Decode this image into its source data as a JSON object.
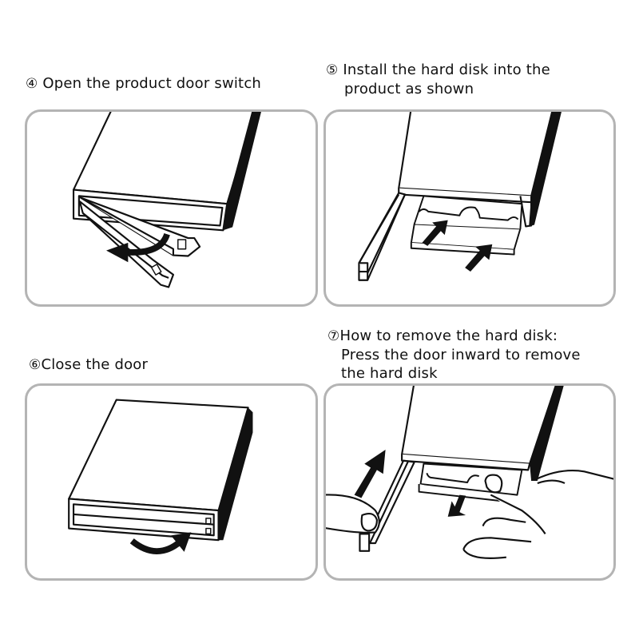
{
  "steps": [
    {
      "number": "④",
      "lines": [
        "Open the product door switch"
      ],
      "illustration": "enclosure-door-opening",
      "arrows": [
        "curved-arrow-open-door"
      ]
    },
    {
      "number": "⑤",
      "lines": [
        "Install the hard disk into the",
        "product as shown"
      ],
      "illustration": "hard-disk-insertion",
      "arrows": [
        "arrow-insert-left",
        "arrow-insert-right"
      ]
    },
    {
      "number": "⑥",
      "lines": [
        "Close the door"
      ],
      "illustration": "enclosure-door-closing",
      "arrows": [
        "curved-arrow-close-door"
      ]
    },
    {
      "number": "⑦",
      "lines": [
        "How to remove the hard disk:",
        "Press the door inward to remove",
        "the hard disk"
      ],
      "illustration": "hard-disk-removal-with-hands",
      "arrows": [
        "arrow-press-door-up",
        "arrow-pull-disk-down"
      ]
    }
  ],
  "colors": {
    "panel_border": "#b4b4b4",
    "line_art": "#111111",
    "background": "#ffffff"
  }
}
